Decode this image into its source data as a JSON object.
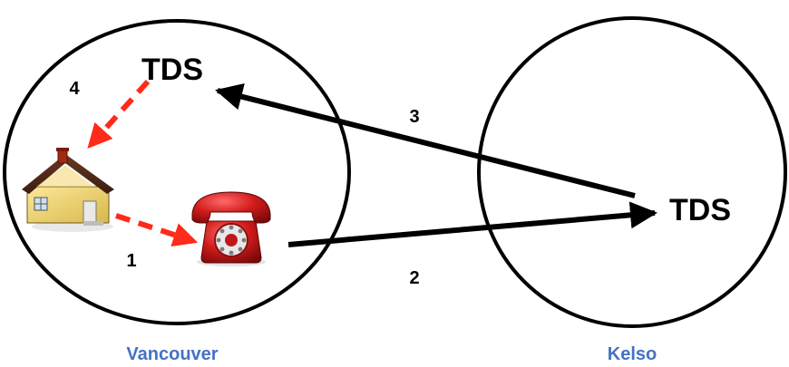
{
  "nodes": {
    "tds_vancouver": "TDS",
    "tds_kelso": "TDS"
  },
  "steps": {
    "step_1": "1",
    "step_2": "2",
    "step_3": "3",
    "step_4": "4"
  },
  "regions": {
    "vancouver": "Vancouver",
    "kelso": "Kelso"
  },
  "colors": {
    "region_label": "#4472c4",
    "dashed_arrow": "#ff2a1a",
    "solid_arrow": "#000000"
  },
  "icons": {
    "house": "house-icon",
    "phone": "telephone-icon"
  }
}
